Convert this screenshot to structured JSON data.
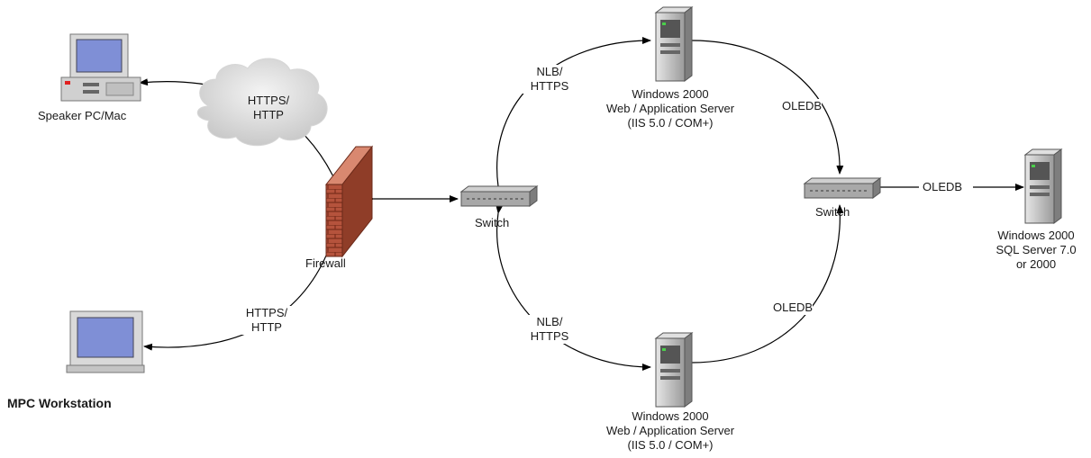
{
  "nodes": {
    "speaker_pc": {
      "label": "Speaker PC/Mac"
    },
    "mpc_workstation": {
      "label": "MPC Workstation"
    },
    "firewall": {
      "label": "Firewall"
    },
    "switch_left": {
      "label": "Switch"
    },
    "switch_right": {
      "label": "Switch"
    },
    "web_server_top": {
      "line1": "Windows 2000",
      "line2": "Web / Application Server",
      "line3": "(IIS 5.0 / COM+)"
    },
    "web_server_bottom": {
      "line1": "Windows 2000",
      "line2": "Web / Application Server",
      "line3": "(IIS 5.0 / COM+)"
    },
    "sql_server": {
      "line1": "Windows 2000",
      "line2": "SQL Server 7.0",
      "line3": "or 2000"
    }
  },
  "connections": {
    "cloud": {
      "line1": "HTTPS/",
      "line2": "HTTP"
    },
    "mpc_link": {
      "line1": "HTTPS/",
      "line2": "HTTP"
    },
    "nlb_top": {
      "line1": "NLB/",
      "line2": "HTTPS"
    },
    "nlb_bottom": {
      "line1": "NLB/",
      "line2": "HTTPS"
    },
    "oledb_top": "OLEDB",
    "oledb_bottom": "OLEDB",
    "oledb_sql": "OLEDB"
  }
}
